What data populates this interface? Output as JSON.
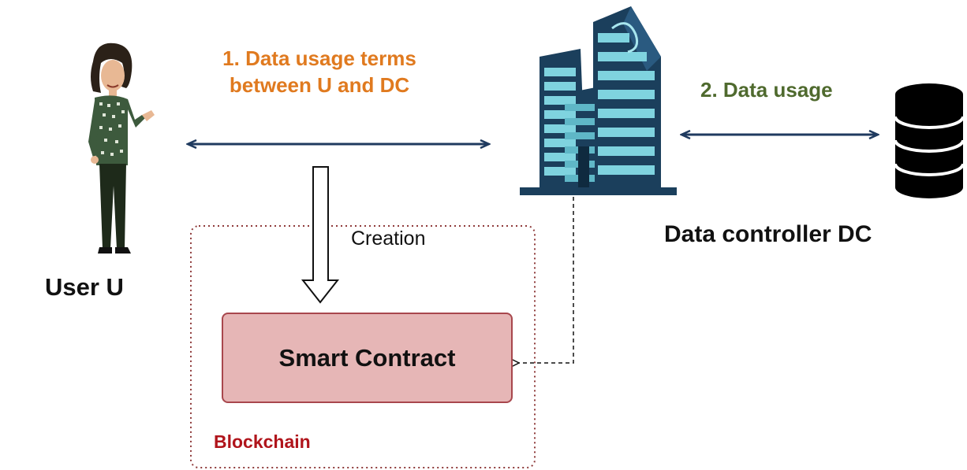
{
  "labels": {
    "data_usage_terms": "1. Data usage terms between U and DC",
    "data_usage_terms_line1": "1. Data usage terms",
    "data_usage_terms_line2": "between U and DC",
    "data_usage": "2. Data usage",
    "user": "User U",
    "data_controller": "Data controller DC",
    "creation": "Creation",
    "smart_contract": "Smart Contract",
    "blockchain": "Blockchain"
  },
  "colors": {
    "terms_label": "#e07a1f",
    "usage_label": "#4f6a2e",
    "blockchain_label": "#b0141b",
    "arrow": "#1f3a5f",
    "contract_fill": "#e6b6b6",
    "contract_border": "#a8474d",
    "blockchain_border": "#8f3b3b",
    "building_dark": "#1b3f5c",
    "building_glass": "#7fd3df",
    "database": "#000000"
  },
  "icons": [
    "user-figure-icon",
    "office-building-icon",
    "database-icon"
  ]
}
